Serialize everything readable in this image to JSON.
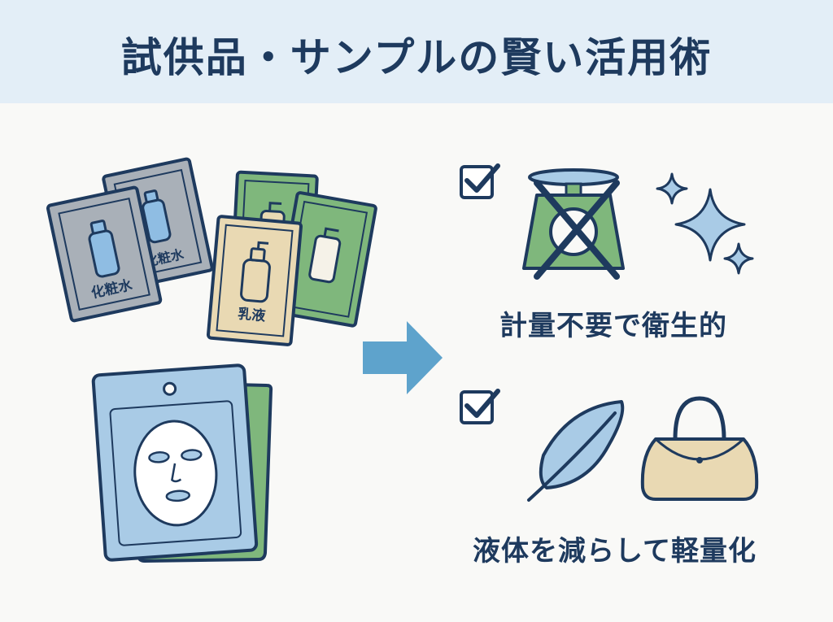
{
  "title": "試供品・サンプルの賢い活用術",
  "sachets": {
    "lotion_label": "化粧水",
    "milk_label": "乳液"
  },
  "benefits": [
    {
      "label": "計量不要で衛生的",
      "checked": true,
      "icons": [
        "crossed-out-scale-icon",
        "sparkle-icon"
      ]
    },
    {
      "label": "液体を減らして軽量化",
      "checked": true,
      "icons": [
        "feather-icon",
        "handbag-icon"
      ]
    }
  ],
  "colors": {
    "navy": "#1e3a5e",
    "header_bg": "#e3eef7",
    "gray_sachet": "#a9b0b8",
    "green_sachet": "#7fb77c",
    "beige_sachet": "#e9d9b3",
    "blue_sachet": "#a9cbe6",
    "arrow": "#5ea3cc"
  }
}
